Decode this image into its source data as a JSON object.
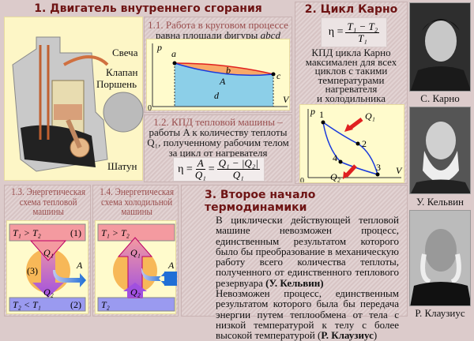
{
  "section1": {
    "title": "1. Двигатель внутреннего сгорания",
    "engine_labels": {
      "spark": "Свеча",
      "valve": "Клапан",
      "piston": "Поршень",
      "rod": "Шатун"
    },
    "work": {
      "heading": "1.1. Работа в круговом процессе",
      "text": "равна площади фигуры ",
      "fig": "abcd",
      "plot": {
        "ylabel": "p",
        "xlabel": "V",
        "origin": "0",
        "points": [
          "a",
          "b",
          "c",
          "d"
        ],
        "area": "A"
      }
    },
    "efficiency": {
      "heading": "1.2. КПД тепловой машины –",
      "lines": [
        "работы A к количеству теплоты",
        "Q₁, полученному рабочим телом",
        "за цикл от нагревателя"
      ],
      "formula": {
        "lhs": "η =",
        "f1_num": "A",
        "f1_den": "Q₁",
        "eq": "=",
        "f2_num": "Q₁ − |Q₂|",
        "f2_den": "Q₁"
      }
    },
    "heat_engine": {
      "heading": "1.3. Энергетическая схема тепловой машины",
      "hot": "T₁ > T₂",
      "hot_n": "(1)",
      "cold": "T₂ < T₁",
      "cold_n": "(2)",
      "body_n": "(3)",
      "q1": "Q₁",
      "q2": "Q₂",
      "work": "A"
    },
    "fridge": {
      "heading": "1.4. Энергетическая схема холодильной машины",
      "hot": "T₁ > T₂",
      "cold": "T₂",
      "q1": "Q₁",
      "q2": "Q₂",
      "work": "A"
    }
  },
  "section2": {
    "title": "2. Цикл Карно",
    "formula": {
      "lhs": "η =",
      "num": "T₁ − T₂",
      "den": "T₁"
    },
    "text": [
      "КПД цикла Карно",
      "максимален для всех",
      "циклов с такими",
      "температурами",
      "нагревателя",
      "и холодильника"
    ],
    "plot": {
      "ylabel": "p",
      "xlabel": "V",
      "origin": "0",
      "points": [
        "1",
        "2",
        "3",
        "4"
      ],
      "q1": "Q₁",
      "q2": "Q₂"
    }
  },
  "section3": {
    "title": "3. Второе начало термодинамики",
    "kelvin_text": "В циклически действующей тепловой машине невозможен процесс, единственным результатом которого было бы преобразование в механическую работу всего количества теплоты, полученного от единственного теплового резервуара ",
    "kelvin_name": "(У. Кельвин)",
    "clausius_text": "Невозможен процесс, единственным результатом которого была бы передача энергии путем теплообмена от тела с низкой температурой к телу с более высокой температурой (",
    "clausius_name": "Р. Клаузиус",
    "close": ")"
  },
  "portraits": [
    {
      "name": "С. Карно"
    },
    {
      "name": "У. Кельвин"
    },
    {
      "name": "Р. Клаузиус"
    }
  ],
  "colors": {
    "title": "#6e1414",
    "heading": "#9a4e4e",
    "panel_bg": "#fffbcc",
    "hot": "#f49aa0",
    "cold": "#9a9af0",
    "work": "#1f6fd6",
    "area": "#8ccfe8"
  }
}
